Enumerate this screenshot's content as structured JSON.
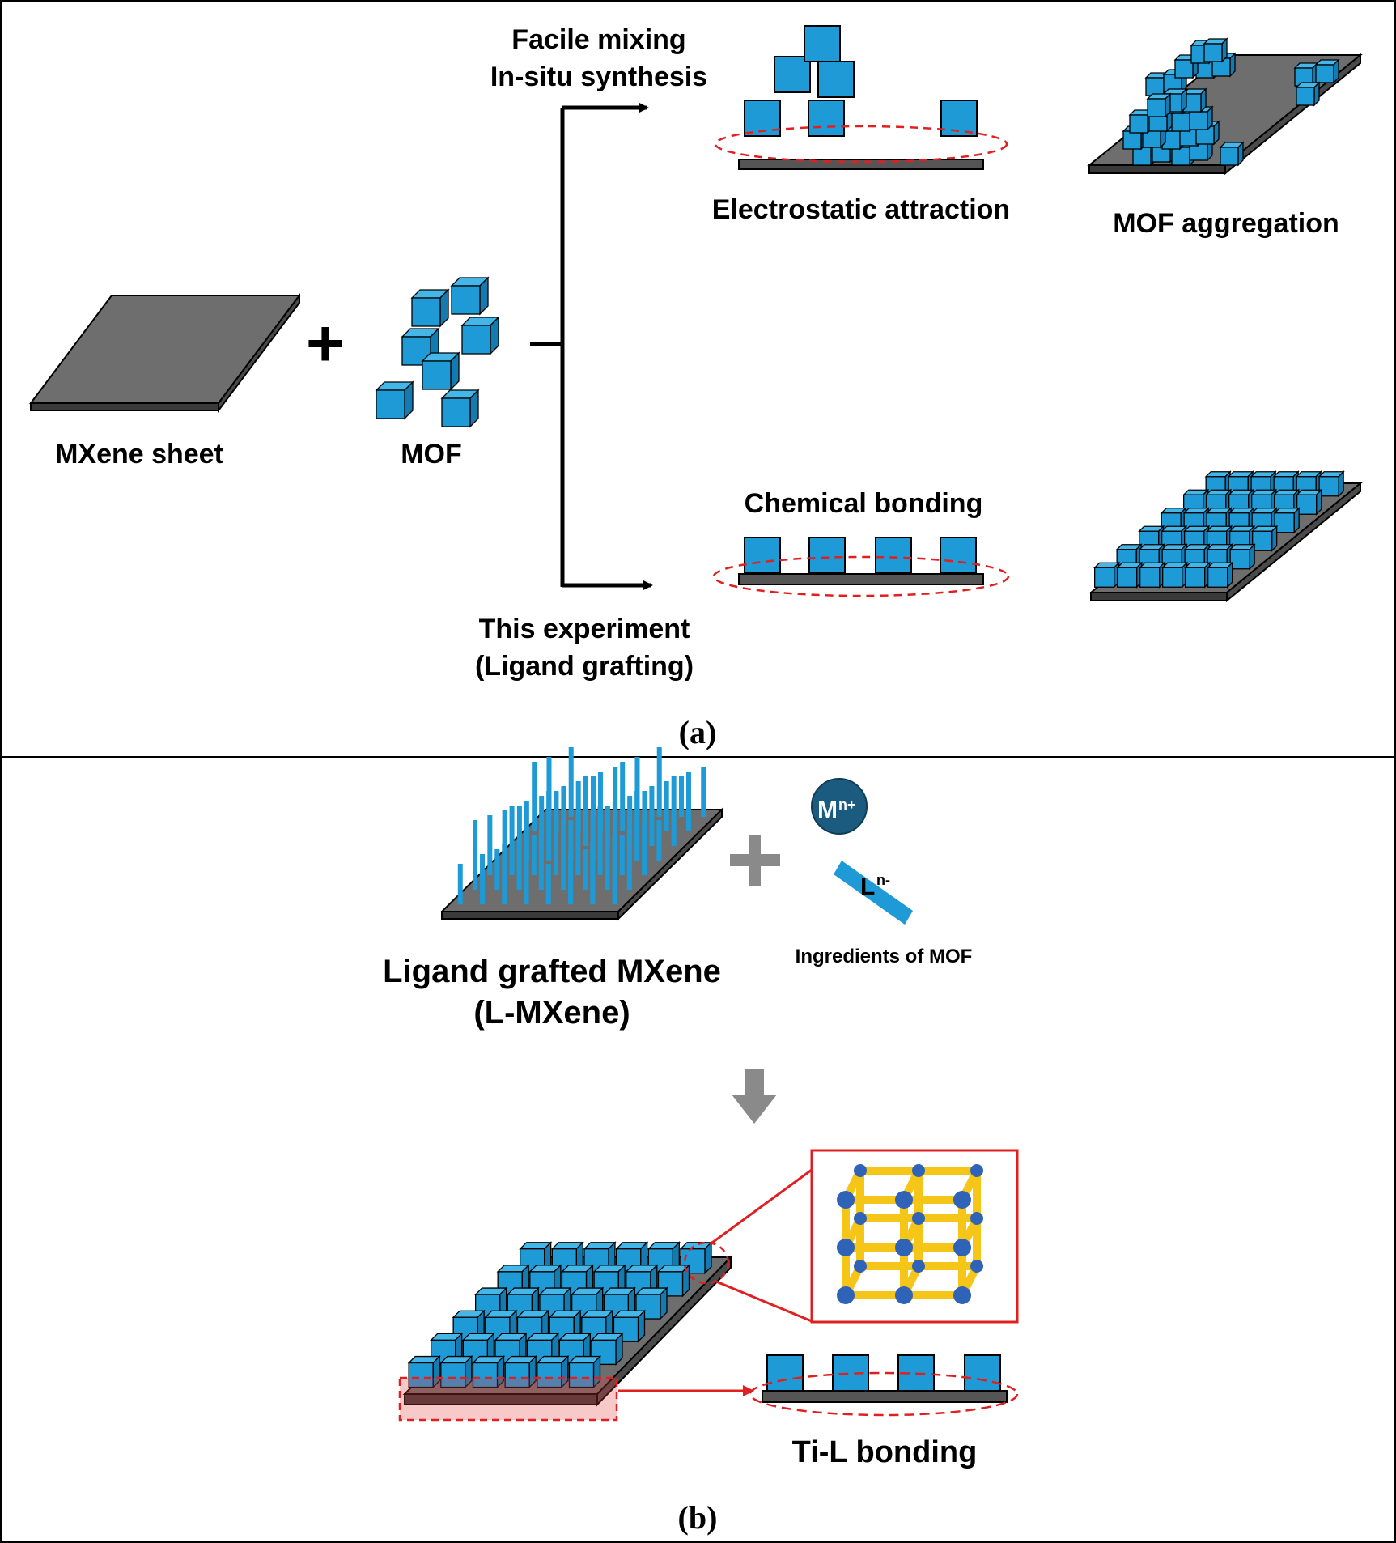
{
  "panel_a": {
    "mxene_label": "MXene sheet",
    "plus_sign": "+",
    "mof_label": "MOF",
    "upper_route_line1": "Facile mixing",
    "upper_route_line2": "In-situ synthesis",
    "electrostatic_label": "Electrostatic attraction",
    "aggregation_label": "MOF aggregation",
    "chemical_bonding_label": "Chemical bonding",
    "lower_route_line1": "This experiment",
    "lower_route_line2": "(Ligand grafting)",
    "panel_label": "(a)"
  },
  "panel_b": {
    "lmxene_line1": "Ligand grafted MXene",
    "lmxene_line2": "(L-MXene)",
    "metal_symbol": "M",
    "metal_charge": "n+",
    "ligand_symbol": "L",
    "ligand_charge": "n-",
    "ingredients_label": "Ingredients of MOF",
    "til_label": "Ti-L bonding",
    "panel_label": "(b)"
  },
  "colors": {
    "mof_cube": "#1e9ad6",
    "mof_cube_side": "#147bb0",
    "mof_cube_top": "#45b6e8",
    "mxene_sheet": "#6e6e6e",
    "highlight_red": "#e02020",
    "metal_node": "#2f63b8",
    "linker": "#f5c518",
    "metal_ion": "#1b5b80",
    "arrow_gray": "#8a8a8a"
  }
}
